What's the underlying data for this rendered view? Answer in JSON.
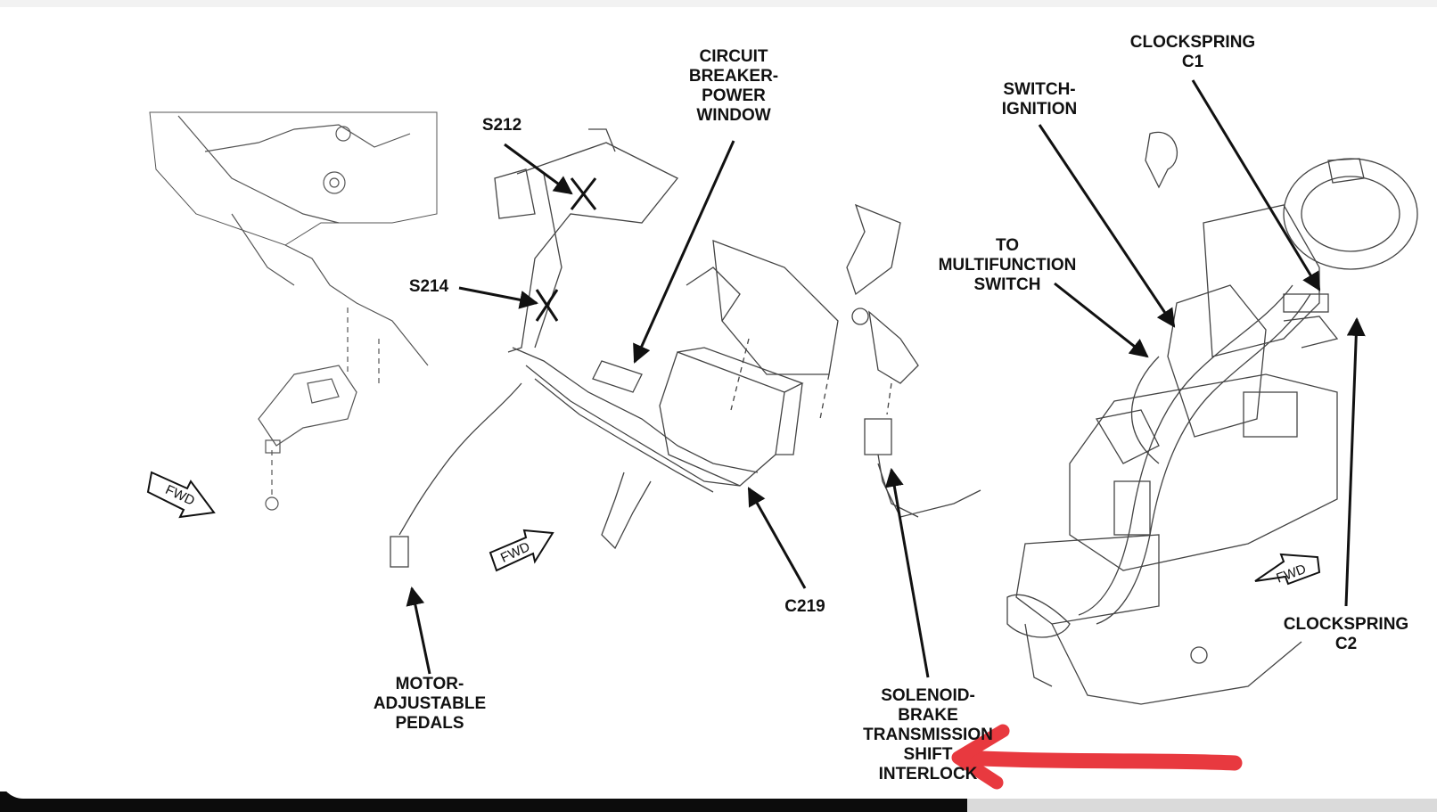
{
  "labels": {
    "circuit_breaker": [
      "CIRCUIT",
      "BREAKER-",
      "POWER",
      "WINDOW"
    ],
    "s212": "S212",
    "s214": "S214",
    "c219": "C219",
    "motor_pedals": [
      "MOTOR-",
      "ADJUSTABLE",
      "PEDALS"
    ],
    "solenoid": [
      "SOLENOID-",
      "BRAKE",
      "TRANSMISSION",
      "SHIFT",
      "INTERLOCK"
    ],
    "clockspring_c1": [
      "CLOCKSPRING",
      "C1"
    ],
    "switch_ignition": [
      "SWITCH-",
      "IGNITION"
    ],
    "multifunction": [
      "TO",
      "MULTIFUNCTION",
      "SWITCH"
    ],
    "clockspring_c2": [
      "CLOCKSPRING",
      "C2"
    ],
    "fwd": "FWD"
  },
  "colors": {
    "ink": "#111111",
    "line_art": "#555555",
    "annotation_arrow": "#e8393f"
  }
}
